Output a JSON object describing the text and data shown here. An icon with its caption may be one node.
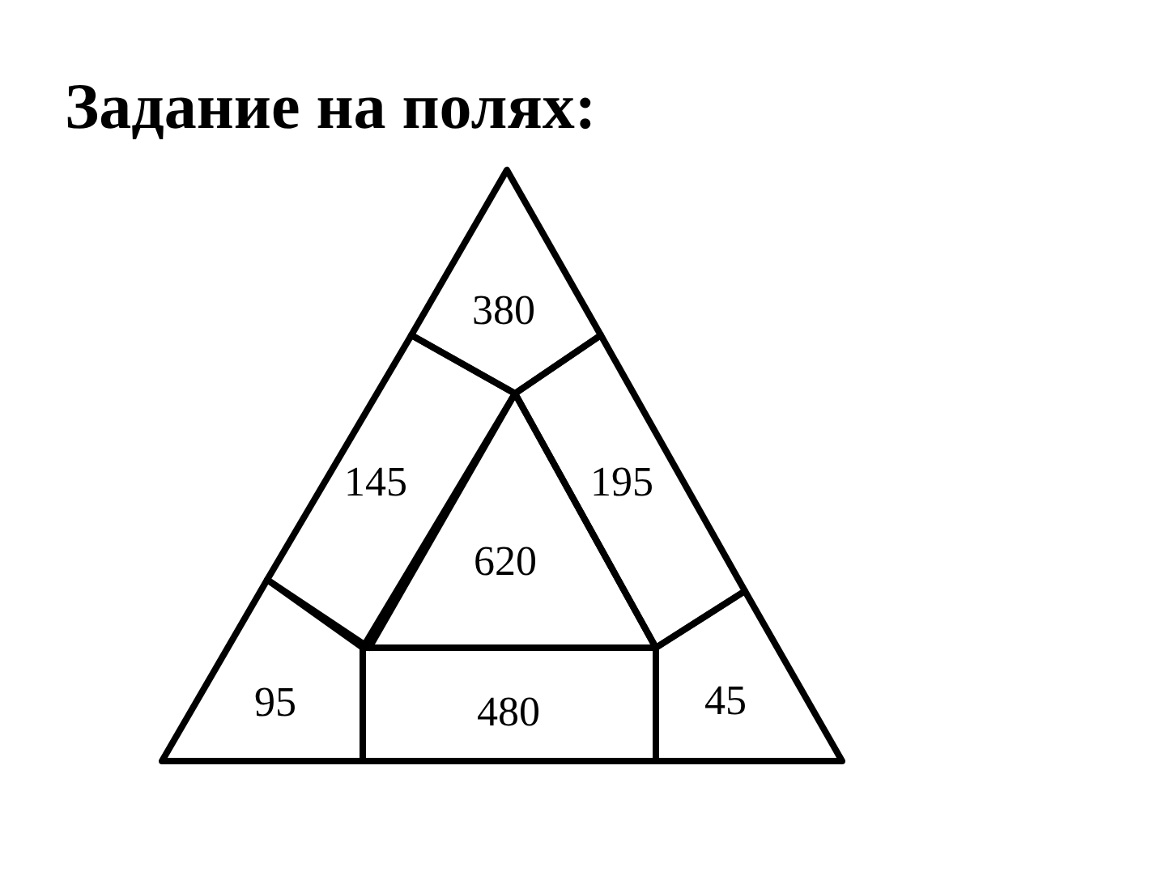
{
  "diagram": {
    "title": "Задание на полях:",
    "nodes": [
      {
        "text": [
          "380"
        ]
      },
      {
        "text": [
          "145"
        ]
      },
      {
        "text": [
          "195"
        ]
      },
      {
        "text": [
          "620"
        ]
      },
      {
        "text": [
          "95"
        ]
      },
      {
        "text": [
          "480"
        ]
      },
      {
        "text": [
          "45"
        ]
      }
    ],
    "edges": []
  }
}
